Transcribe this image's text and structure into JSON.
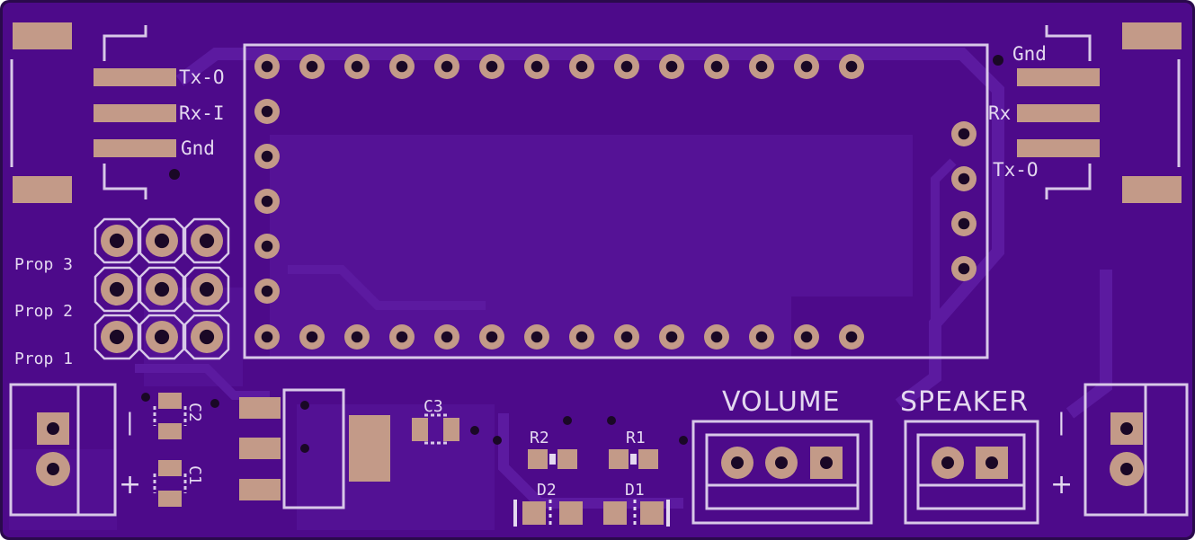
{
  "board": {
    "colors": {
      "edge": "#2a0a4c",
      "substrate": "#4d0a8a",
      "pour": "#5c1aa0",
      "silkscreen": "#d8c8e8",
      "pad": "#c39a88",
      "hole": "#1a0826"
    }
  },
  "labels": {
    "left_header": [
      "Tx-O",
      "Rx-I",
      "Gnd"
    ],
    "right_header": [
      "Gnd",
      "Rx",
      "Tx-O"
    ],
    "props": [
      "Prop 3",
      "Prop 2",
      "Prop 1"
    ],
    "components": {
      "c1": "C1",
      "c2": "C2",
      "c3": "C3",
      "r1": "R1",
      "r2": "R2",
      "d1": "D1",
      "d2": "D2"
    },
    "volume": "VOLUME",
    "speaker": "SPEAKER",
    "minus": "|",
    "plus": "+"
  }
}
